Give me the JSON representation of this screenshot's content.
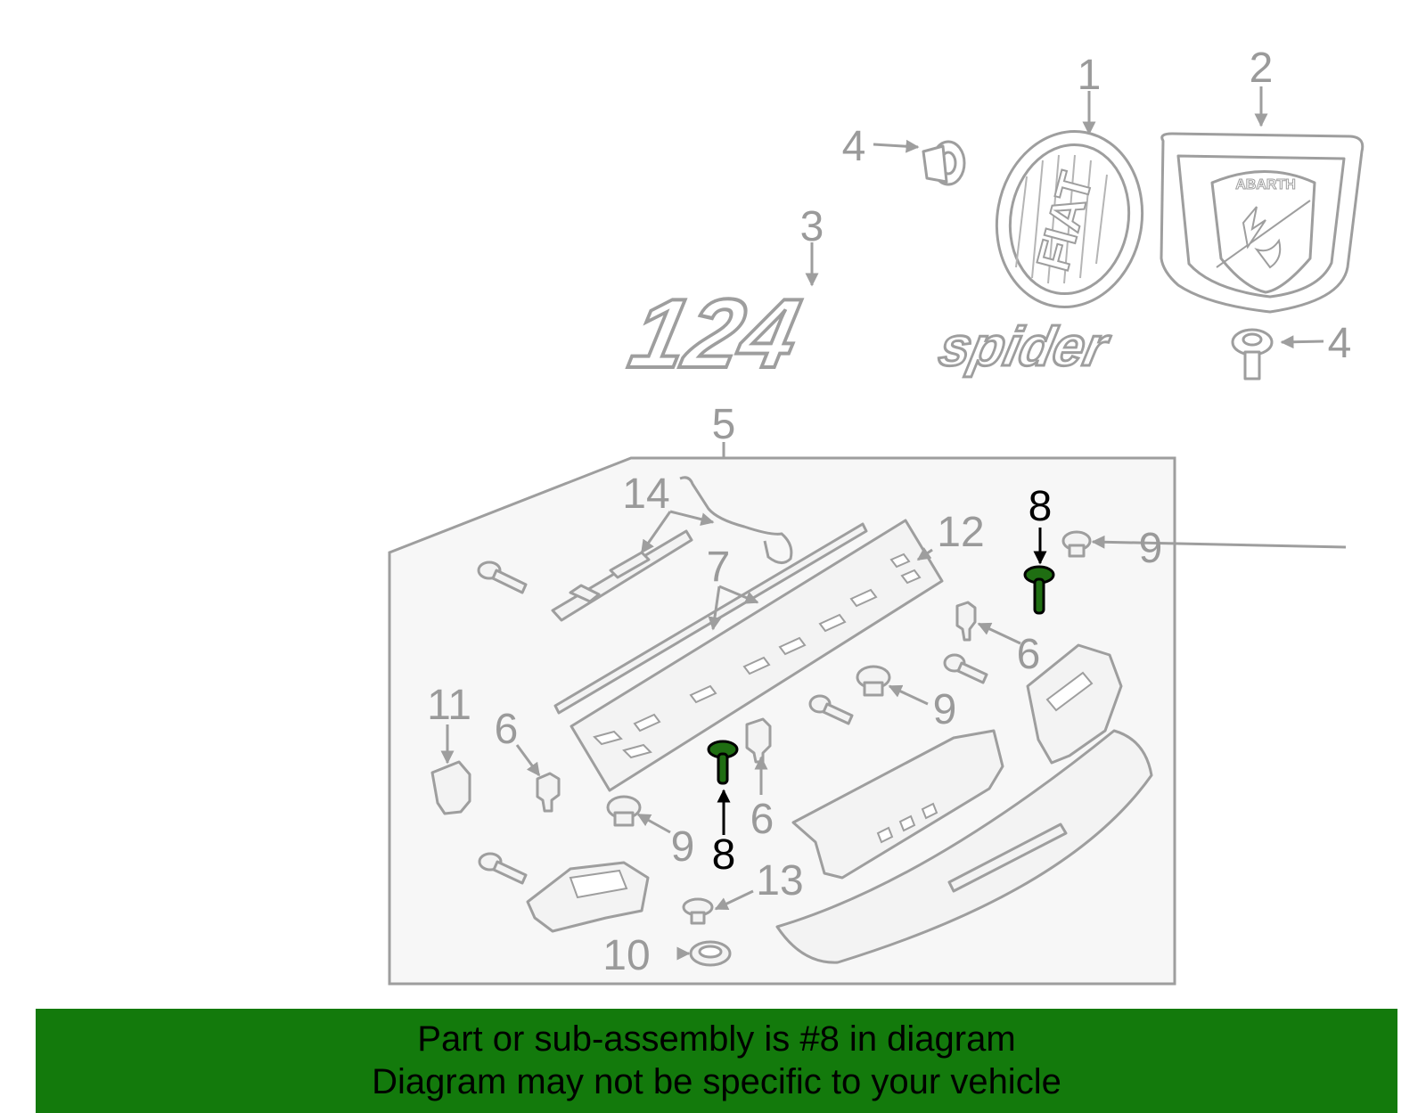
{
  "callouts": {
    "c1": "1",
    "c2": "2",
    "c3": "3",
    "c4a": "4",
    "c4b": "4",
    "c5": "5",
    "c6a": "6",
    "c6b": "6",
    "c6c": "6",
    "c7": "7",
    "c8a": "8",
    "c8b": "8",
    "c9a": "9",
    "c9b": "9",
    "c9c": "9",
    "c10": "10",
    "c11": "11",
    "c12": "12",
    "c13": "13",
    "c14": "14"
  },
  "badges": {
    "fiat": "FIAT",
    "abarth": "ABARTH",
    "emblem": "124",
    "script": "spider"
  },
  "highlight_part": "8",
  "colors": {
    "highlight": "#137a0c",
    "part_line": "#9e9e9e",
    "label": "#9a9a9a",
    "frame_fill": "#f7f7f7"
  },
  "banner": {
    "line1": "Part or sub-assembly is #8 in diagram",
    "line2": "Diagram may not be specific to your vehicle"
  }
}
